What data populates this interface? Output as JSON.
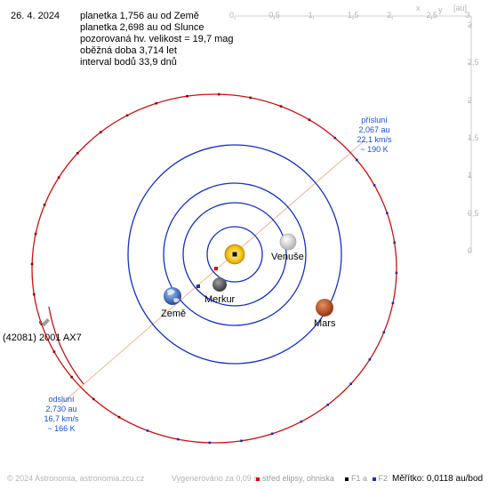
{
  "date": "26. 4. 2024",
  "info_lines": [
    "planetka 1,756 au od Země",
    "planetka 2,698 au od Slunce",
    "pozorovaná hv. velikost = 19,7 mag",
    "oběžná doba 3,714 let",
    "interval bodů 33,9 dnů"
  ],
  "axis": {
    "x_label": "x",
    "y_label": "y",
    "unit": "[au]",
    "x_ticks": [
      "0",
      "0,5",
      "1",
      "1,5",
      "2",
      "2,5",
      "3"
    ],
    "y_ticks": [
      "3",
      "2,5",
      "2",
      "1,5",
      "1",
      "0,5",
      "0"
    ]
  },
  "bodies": {
    "venus": "Venuše",
    "earth": "Země",
    "mercury": "Merkur",
    "mars": "Mars",
    "asteroid": "(42081) 2001 AX7"
  },
  "perihelion": {
    "title": "přísluní",
    "distance": "2,067 au",
    "speed": "22,1 km/s",
    "temp": "~ 190 K"
  },
  "aphelion": {
    "title": "odsluní",
    "distance": "2,730 au",
    "speed": "16,7 km/s",
    "temp": "~ 166 K"
  },
  "footer": {
    "copyright": "© 2024 Astronomia, astronomia.zcu.cz",
    "generated": "Vygenerováno za 0,09 s",
    "legend_center": "střed elipsy, ohniska",
    "legend_f1": "F1 a",
    "legend_f2": "F2",
    "scale": "Měřítko: 0,0118 au/bod"
  },
  "colors": {
    "planet_orbit": "#1030c8",
    "asteroid_orbit": "#d01010",
    "apsis_line": "#f5b090",
    "label_blue": "#1a4fd6",
    "grid_gray": "#b5b5b5"
  },
  "icons": {
    "sun": "sun-icon",
    "venus": "venus-icon",
    "earth": "earth-icon",
    "mercury": "mercury-icon",
    "mars": "mars-icon",
    "asteroid": "asteroid-icon"
  }
}
